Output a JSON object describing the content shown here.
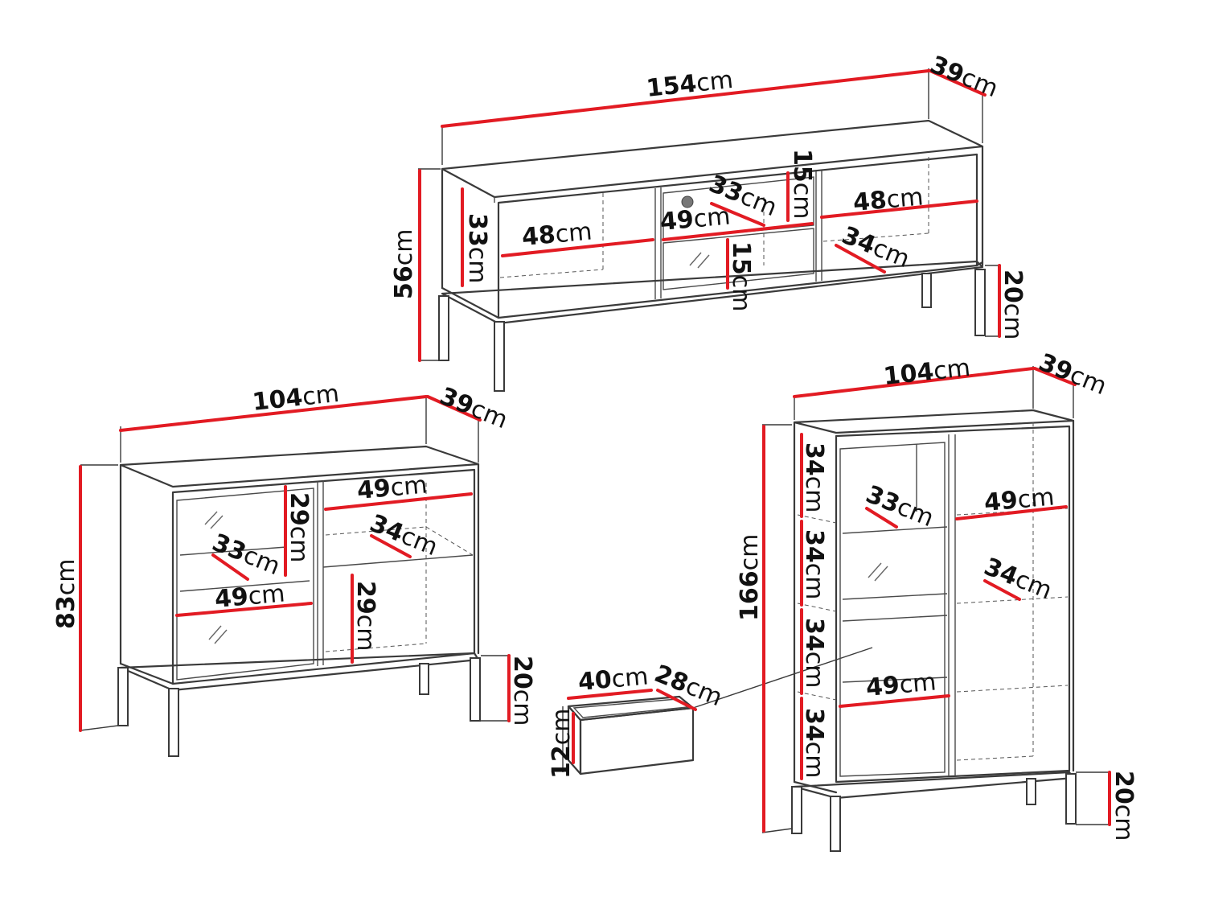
{
  "colors": {
    "dimension_line": "#e21b23",
    "outline": "#3a3a3a",
    "text": "#111111",
    "background": "#ffffff"
  },
  "unit": "cm",
  "furniture": {
    "tv_stand": {
      "width": "154",
      "depth": "39",
      "height": "56",
      "leg_height": "20",
      "compartment_left_width": "48",
      "compartment_left_height": "33",
      "center_width": "49",
      "center_depth": "33",
      "center_upper_height": "15",
      "center_lower_height": "15",
      "compartment_right_width": "48",
      "compartment_right_depth": "34"
    },
    "sideboard": {
      "width": "104",
      "depth": "39",
      "height": "83",
      "leg_height": "20",
      "right_top_width": "49",
      "right_top_depth": "34",
      "right_height_upper": "29",
      "right_height_lower": "29",
      "left_shelf_depth": "33",
      "left_shelf_width": "49"
    },
    "drawer": {
      "width": "40",
      "depth": "28",
      "height": "12"
    },
    "display_cabinet": {
      "width": "104",
      "depth": "39",
      "height": "166",
      "leg_height": "20",
      "shelf_heights": [
        "34",
        "34",
        "34",
        "34"
      ],
      "left_shelf_depth": "33",
      "left_shelf_width": "49",
      "right_top_width": "49",
      "right_shelf_depth": "34"
    }
  }
}
